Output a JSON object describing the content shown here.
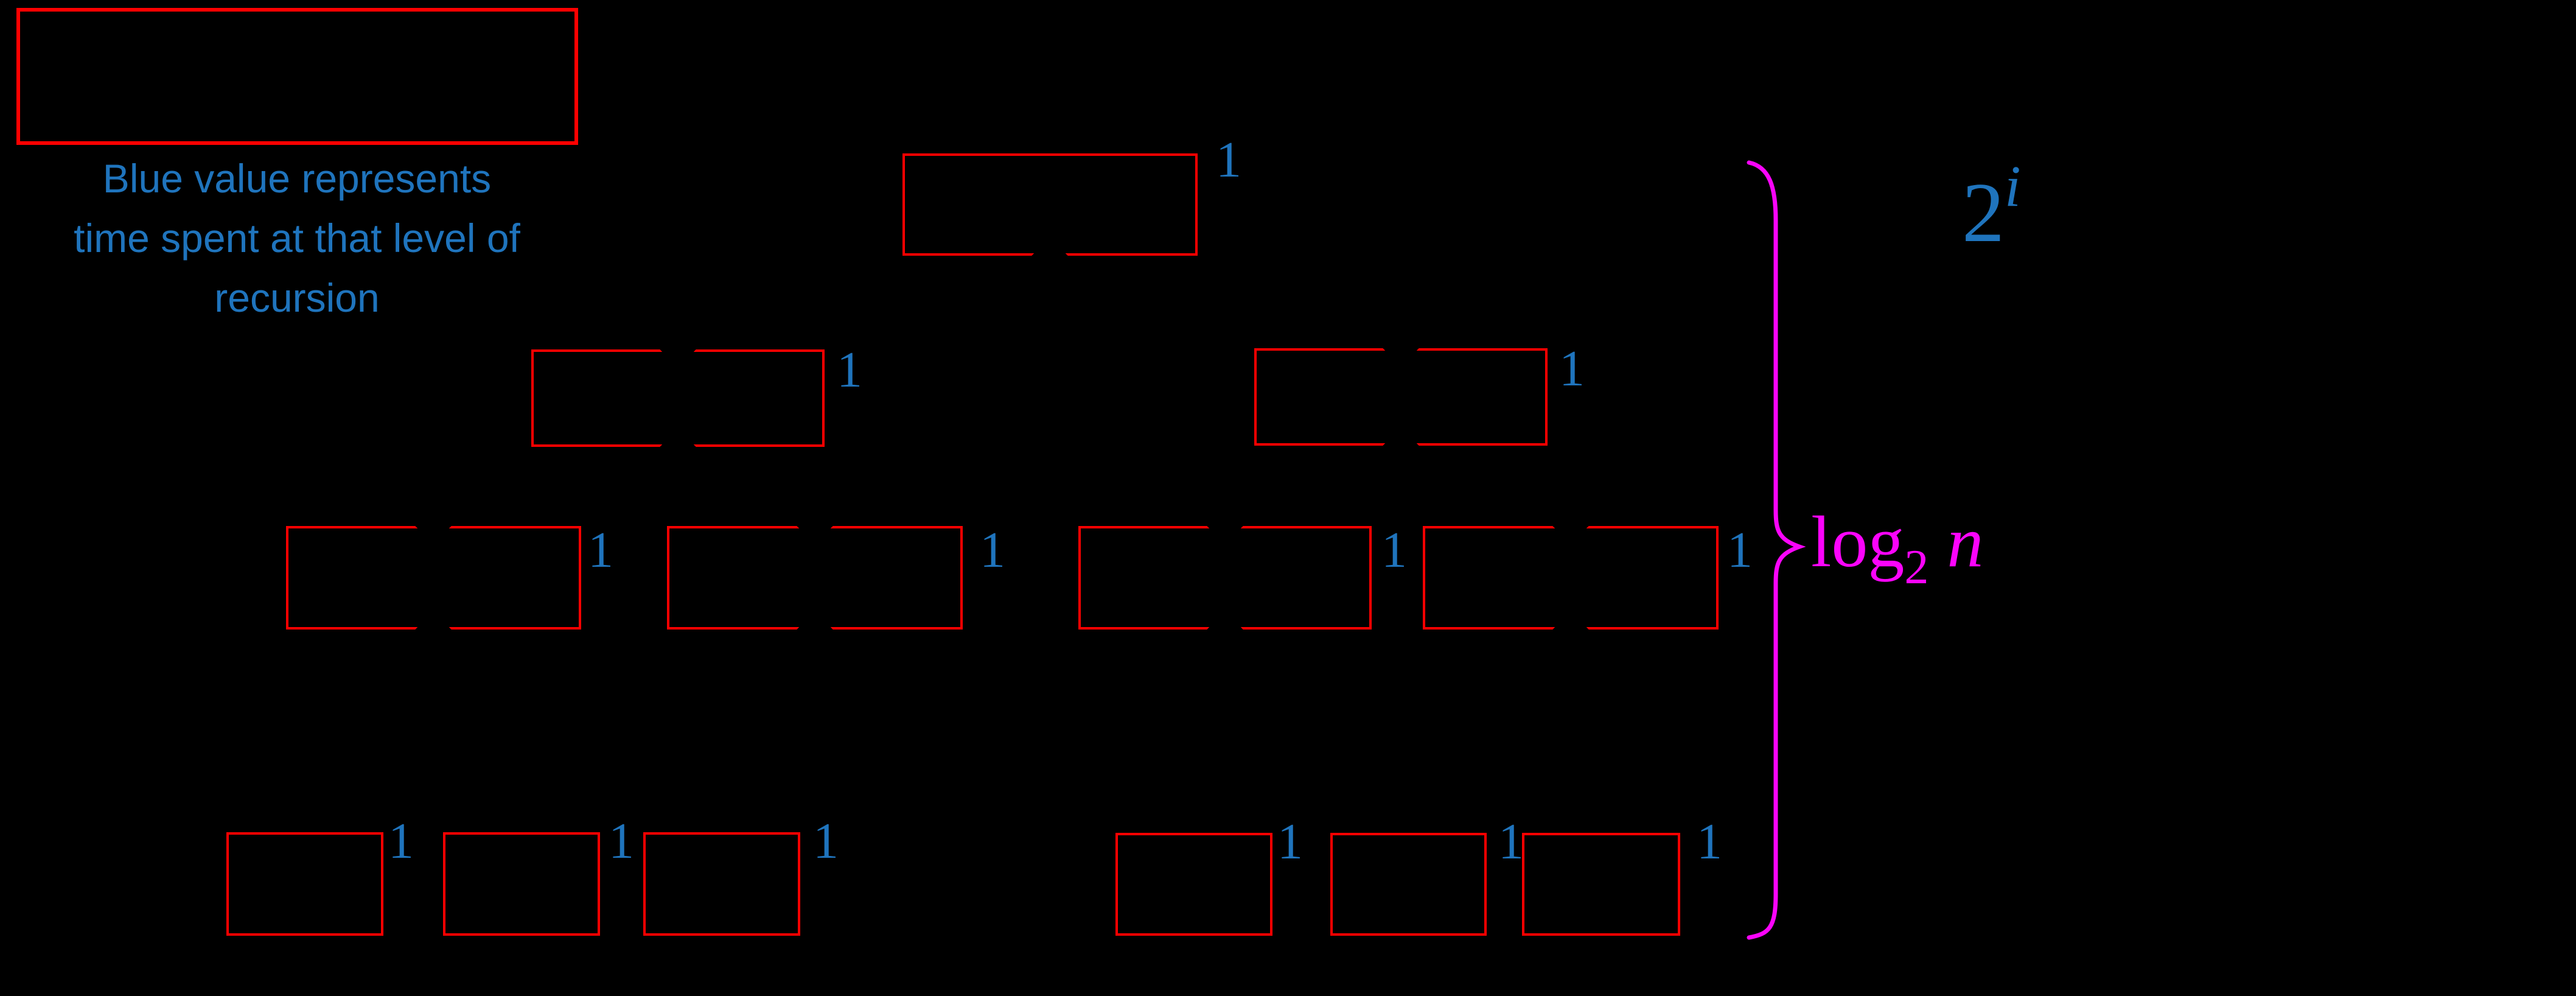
{
  "colors": {
    "background": "#000000",
    "box_red": "#FF0000",
    "blue": "#1F74BD",
    "magenta": "#FB04FB"
  },
  "legend": {
    "note_lines": [
      "Blue value represents",
      "time spent at that level of",
      "recursion"
    ]
  },
  "tree": {
    "nodes": [
      {
        "name": "level0-node1",
        "cost": "1"
      },
      {
        "name": "level1-node1",
        "cost": "1"
      },
      {
        "name": "level1-node2",
        "cost": "1"
      },
      {
        "name": "level2-node1",
        "cost": "1"
      },
      {
        "name": "level2-node2",
        "cost": "1"
      },
      {
        "name": "level2-node3",
        "cost": "1"
      },
      {
        "name": "level2-node4",
        "cost": "1"
      },
      {
        "name": "leaf-node1",
        "cost": "1"
      },
      {
        "name": "leaf-node2",
        "cost": "1"
      },
      {
        "name": "leaf-node3",
        "cost": "1"
      },
      {
        "name": "leaf-node4",
        "cost": "1"
      },
      {
        "name": "leaf-node5",
        "cost": "1"
      },
      {
        "name": "leaf-node6",
        "cost": "1"
      }
    ]
  },
  "annotations": {
    "nodes_per_level": {
      "base": "2",
      "exponent": "i"
    },
    "tree_depth": {
      "func": "log",
      "base": "2",
      "arg": "n"
    }
  }
}
